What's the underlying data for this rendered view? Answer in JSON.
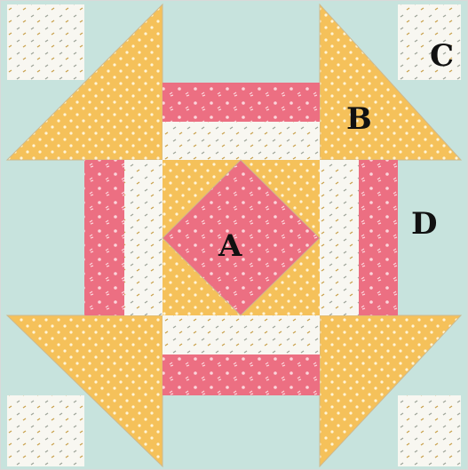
{
  "labels": {
    "a": "A",
    "b": "B",
    "c": "C",
    "d": "D"
  },
  "colors": {
    "mint": "#c7e3dd",
    "gold": "#f5c15a",
    "pink": "#ec6f82",
    "cream": "#f8f7f1",
    "seam": "#cdb98f"
  }
}
